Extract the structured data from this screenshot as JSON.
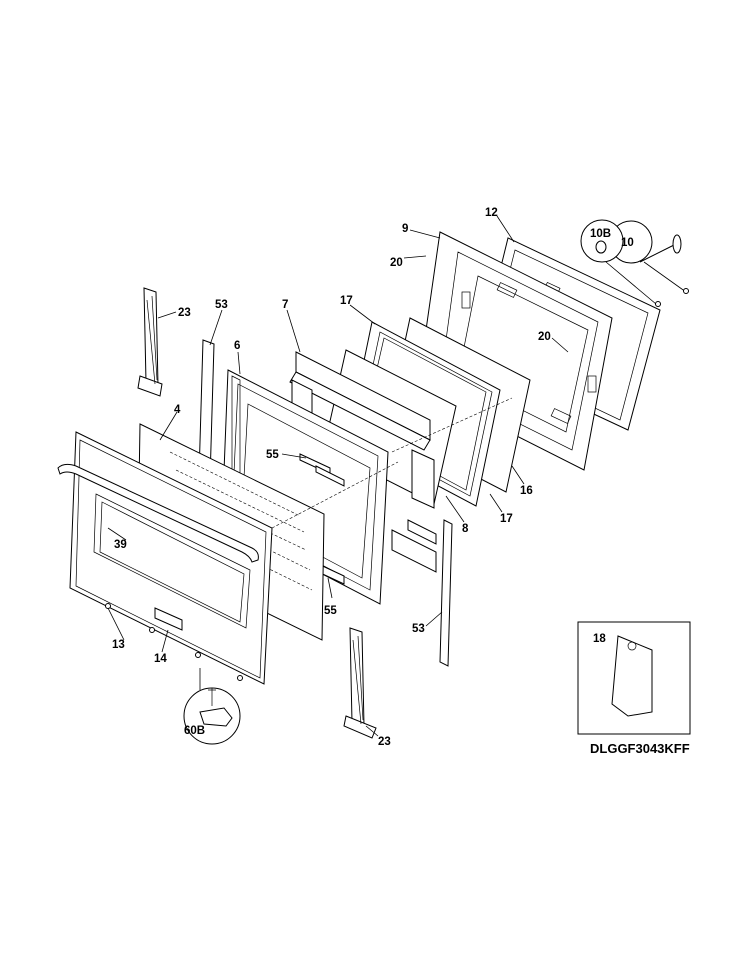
{
  "labels": {
    "p9": "9",
    "p12": "12",
    "p10b": "10B",
    "p10": "10",
    "p20a": "20",
    "p20b": "20",
    "p23a": "23",
    "p53a": "53",
    "p7": "7",
    "p17a": "17",
    "p6": "6",
    "p4": "4",
    "p55a": "55",
    "p39": "39",
    "p16": "16",
    "p17b": "17",
    "p8": "8",
    "p55b": "55",
    "p53b": "53",
    "p13": "13",
    "p14": "14",
    "p60b": "60B",
    "p23b": "23",
    "p18": "18"
  },
  "model_number": "DLGGF3043KFF"
}
